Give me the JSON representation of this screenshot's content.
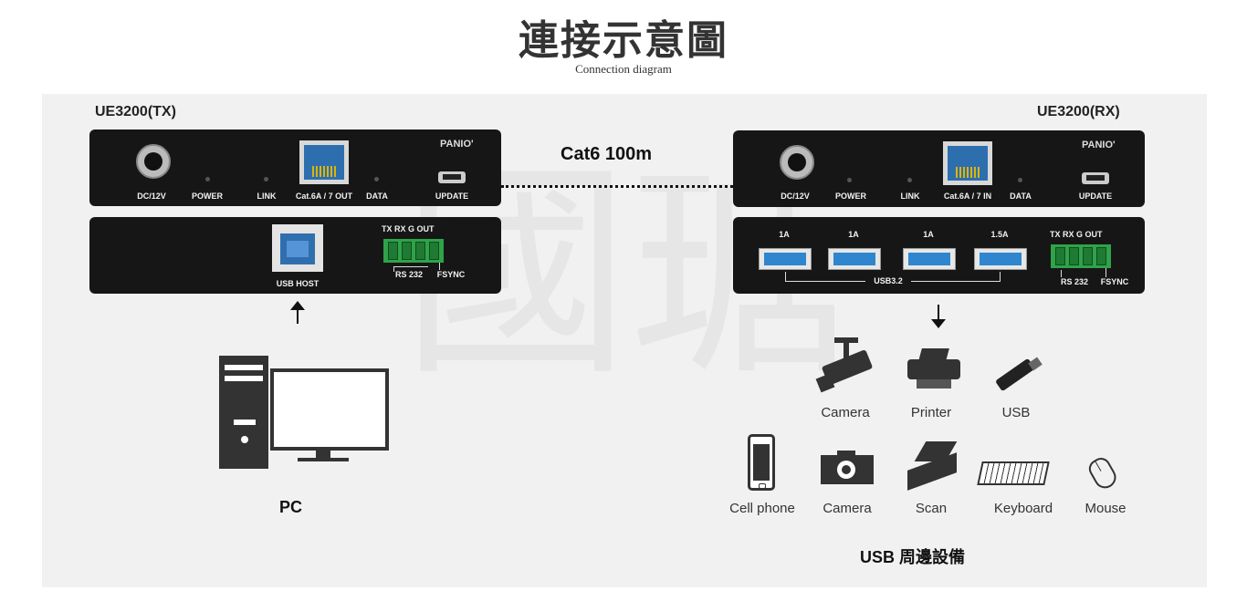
{
  "title": "連接示意圖",
  "subtitle": "Connection diagram",
  "watermark": "國瑭",
  "cable": "Cat6 100m",
  "tx": {
    "name": "UE3200(TX)",
    "brand": "PANIO'",
    "front": {
      "dc": "DC/12V",
      "power": "POWER",
      "link": "LINK",
      "rj45": "Cat.6A / 7 OUT",
      "data": "DATA",
      "update": "UPDATE"
    },
    "rear": {
      "usb_host": "USB HOST",
      "pins": "TX  RX  G OUT",
      "rs232": "RS 232",
      "fsync": "FSYNC"
    }
  },
  "rx": {
    "name": "UE3200(RX)",
    "brand": "PANIO'",
    "front": {
      "dc": "DC/12V",
      "power": "POWER",
      "link": "LINK",
      "rj45": "Cat.6A / 7 IN",
      "data": "DATA",
      "update": "UPDATE"
    },
    "rear": {
      "currents": [
        "1A",
        "1A",
        "1A",
        "1.5A"
      ],
      "usb": "USB3.2",
      "pins": "TX  RX  G OUT",
      "rs232": "RS 232",
      "fsync": "FSYNC"
    }
  },
  "pc_label": "PC",
  "peripherals": {
    "row1": [
      "Camera",
      "Printer",
      "USB"
    ],
    "row2": [
      "Cell phone",
      "Camera",
      "Scan",
      "Keyboard",
      "Mouse"
    ]
  },
  "peripherals_title": "USB 周邊設備",
  "colors": {
    "device": "#161616",
    "usb_blue": "#2f86cf",
    "terminal_green": "#2fa348",
    "panel": "#f1f1f1"
  }
}
